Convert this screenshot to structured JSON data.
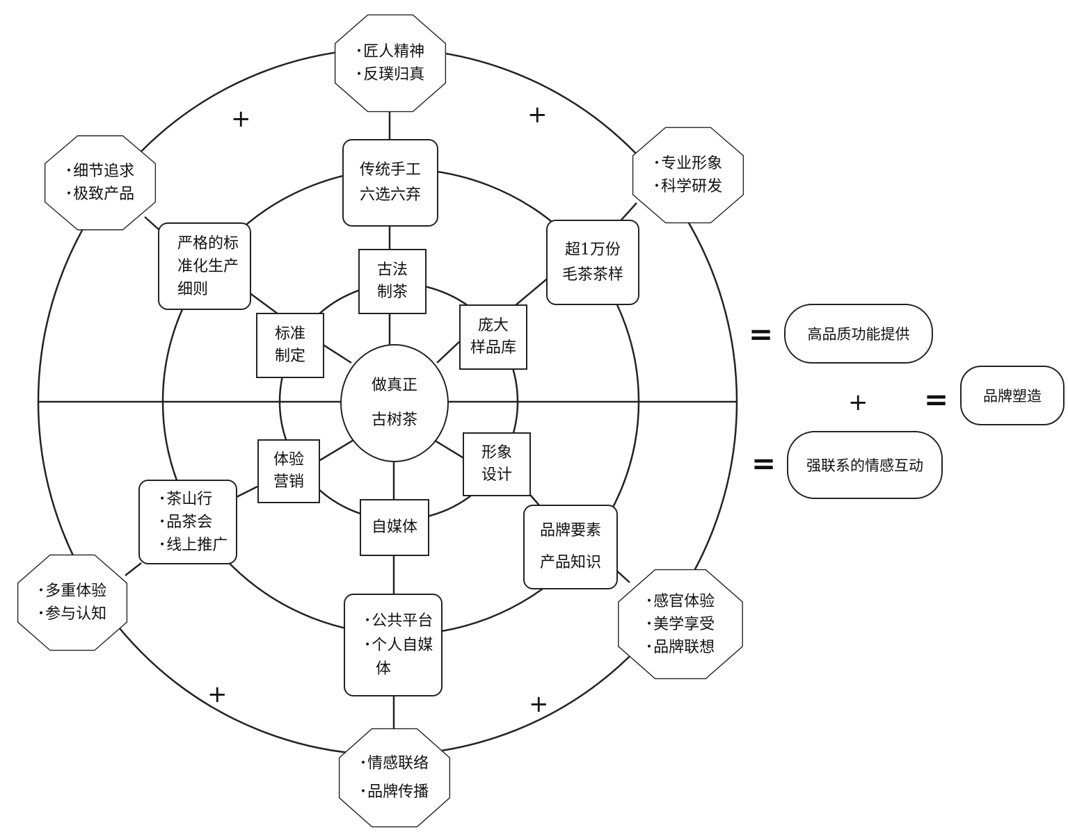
{
  "center": {
    "line1": "做真正",
    "line2": "古树茶"
  },
  "inner": {
    "top": {
      "line1": "古法",
      "line2": "制茶"
    },
    "upper_right": {
      "line1": "庞大",
      "line2": "样品库"
    },
    "lower_right": {
      "line1": "形象",
      "line2": "设计"
    },
    "bottom": {
      "line1": "自媒体"
    },
    "lower_left": {
      "line1": "体验",
      "line2": "营销"
    },
    "upper_left": {
      "line1": "标准",
      "line2": "制定"
    }
  },
  "middle": {
    "top": {
      "line1": "传统手工",
      "line2": "六选六弃"
    },
    "upper_right": {
      "line1": "超1万份",
      "line2": "毛茶茶样"
    },
    "lower_right": {
      "line1": "品牌要素",
      "line2": "产品知识"
    },
    "bottom": {
      "line1": "公共平台",
      "line2": "个人自媒",
      "line3": "体"
    },
    "lower_left": {
      "line1": "茶山行",
      "line2": "品茶会",
      "line3": "线上推广"
    },
    "upper_left": {
      "line1": "严格的标",
      "line2": "准化生产",
      "line3": "细则"
    }
  },
  "outer": {
    "top": {
      "line1": "匠人精神",
      "line2": "反璞归真"
    },
    "upper_right": {
      "line1": "专业形象",
      "line2": "科学研发"
    },
    "lower_right": {
      "line1": "感官体验",
      "line2": "美学享受",
      "line3": "品牌联想"
    },
    "bottom": {
      "line1": "情感联络",
      "line2": "品牌传播"
    },
    "lower_left": {
      "line1": "多重体验",
      "line2": "参与认知"
    },
    "upper_left": {
      "line1": "细节追求",
      "line2": "极致产品"
    }
  },
  "operators": {
    "plus": "+",
    "equals": "="
  },
  "results": {
    "functional": "高品质功能提供",
    "emotional": "强联系的情感互动",
    "final": "品牌塑造"
  }
}
